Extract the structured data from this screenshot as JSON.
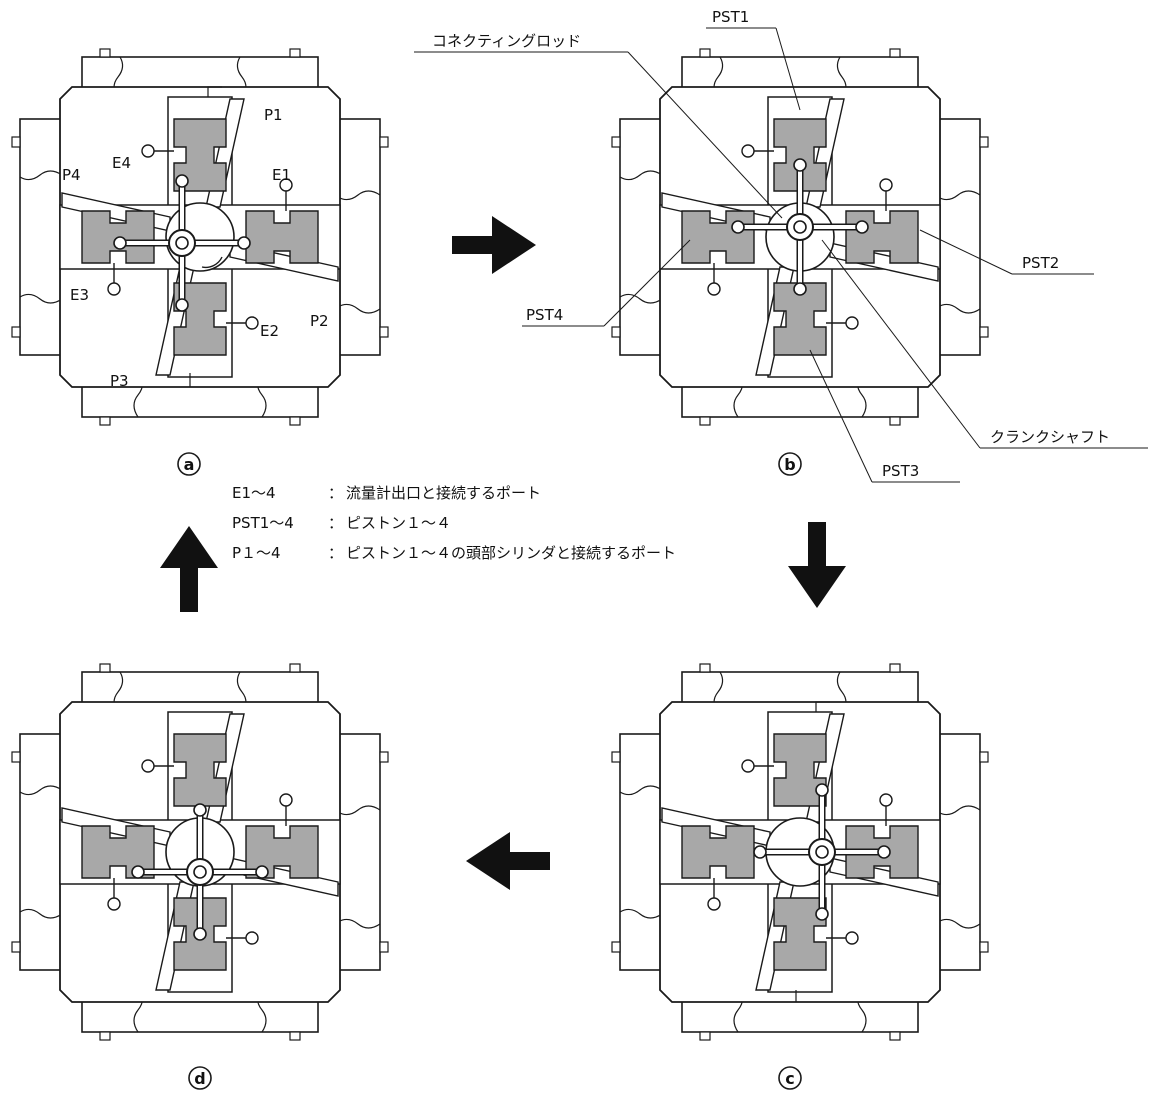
{
  "panels": [
    {
      "letter": "a",
      "key": "a"
    },
    {
      "letter": "b",
      "key": "b"
    },
    {
      "letter": "c",
      "key": "c"
    },
    {
      "letter": "d",
      "key": "d"
    }
  ],
  "panel_a": {
    "p1": "P1",
    "p2": "P2",
    "p3": "P3",
    "p4": "P4",
    "e1": "E1",
    "e2": "E2",
    "e3": "E3",
    "e4": "E4"
  },
  "callouts": {
    "connecting_rod": "コネクティングロッド",
    "pst1": "PST1",
    "pst2": "PST2",
    "pst3": "PST3",
    "pst4": "PST4",
    "crankshaft": "クランクシャフト"
  },
  "legend": [
    {
      "term": "E1～4",
      "sep": "：",
      "desc": "流量計出口と接続するポート"
    },
    {
      "term": "PST1～4",
      "sep": "：",
      "desc": "ピストン１～４"
    },
    {
      "term": "P１～4",
      "sep": "：",
      "desc": "ピストン１～４の頭部シリンダと接続するポート"
    }
  ],
  "colors": {
    "piston": "#a8a8a8",
    "line": "#1a1a1a",
    "body": "#ffffff",
    "arrow": "#111111"
  },
  "arrows": [
    "arrow-right",
    "arrow-down",
    "arrow-left",
    "arrow-up"
  ]
}
